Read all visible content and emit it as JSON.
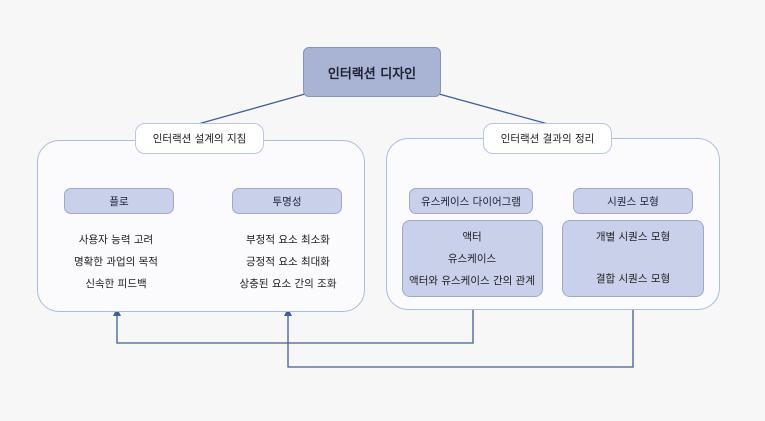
{
  "title": "인터랙션 디자인",
  "left": {
    "label": "인터랙션 설계의 지침",
    "node1": "플로",
    "node2": "투명성",
    "list1": [
      "사용자 능력 고려",
      "명확한 과업의 목적",
      "신속한 피드백"
    ],
    "list2": [
      "부정적 요소 최소화",
      "긍정적 요소 최대화",
      "상충된 요소 간의 조화"
    ]
  },
  "right": {
    "label": "인터랙션 결과의 정리",
    "node1": "유스케이스 다이어그램",
    "node2": "시퀀스 모형",
    "list1": [
      "액터",
      "유스케이스",
      "액터와 유스케이스 간의 관계"
    ],
    "list2": [
      "개별 시퀀스 모형",
      "결합 시퀀스 모형"
    ]
  },
  "colors": {
    "line": "#3f5f9c",
    "node": "#c8d0ea",
    "title": "#a9b4d4",
    "panel_border": "#a9bde0"
  }
}
